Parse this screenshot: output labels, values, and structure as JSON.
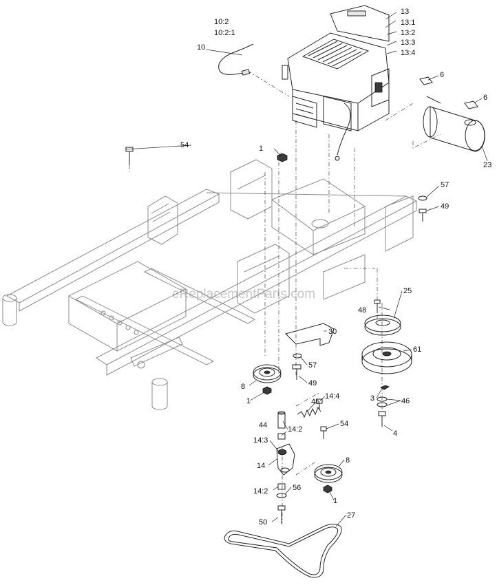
{
  "watermark": "eReplacementParts.com",
  "callouts": {
    "c10_2": "10:2",
    "c10_2_1": "10:2:1",
    "c10": "10",
    "c13": "13",
    "c13_1": "13:1",
    "c13_2": "13:2",
    "c13_3": "13:3",
    "c13_4": "13:4",
    "c6a": "6",
    "c6b": "6",
    "c23": "23",
    "c54a": "54",
    "c1a": "1",
    "c57a": "57",
    "c49a": "49",
    "c48": "48",
    "c25": "25",
    "c30": "30",
    "c61": "61",
    "c57b": "57",
    "c49b": "49",
    "c8a": "8",
    "c1b": "1",
    "c3": "3",
    "c46": "46",
    "c45": "45",
    "c14_4": "14:4",
    "c44": "44",
    "c14_2a": "14:2",
    "c54b": "54",
    "c4": "4",
    "c14_3": "14:3",
    "c14": "14",
    "c8b": "8",
    "c14_2b": "14:2",
    "c56": "56",
    "c1c": "1",
    "c27": "27",
    "c50": "50"
  }
}
